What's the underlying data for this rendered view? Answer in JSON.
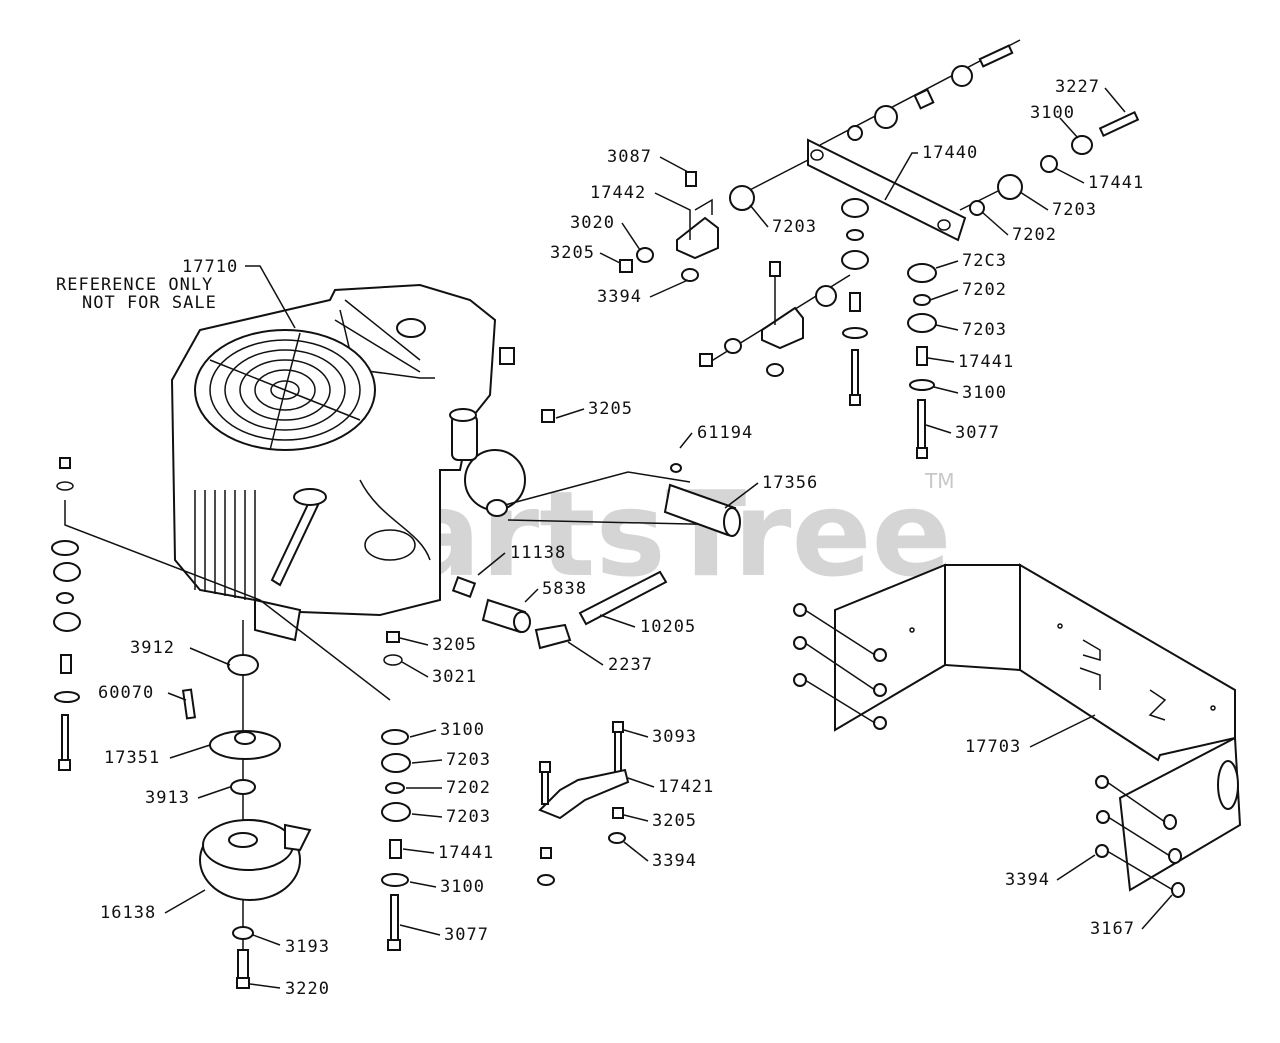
{
  "watermark": {
    "text": "PartsTree",
    "tm": "TM"
  },
  "reference_note": [
    "REFERENCE ONLY",
    "NOT FOR SALE"
  ],
  "labels": {
    "l17710": "17710",
    "l3205a": "3205",
    "l3912": "3912",
    "l60070": "60070",
    "l17351": "17351",
    "l3913": "3913",
    "l16138": "16138",
    "l3193": "3193",
    "l3220": "3220",
    "l3205b": "3205",
    "l3021": "3021",
    "l3100a": "3100",
    "l7203a": "7203",
    "l7202a": "7202",
    "l7203b": "7203",
    "l17441a": "17441",
    "l3100b": "3100",
    "l3077a": "3077",
    "l11138": "11138",
    "l5838": "5838",
    "l10205": "10205",
    "l2237": "2237",
    "l61194": "61194",
    "l17356": "17356",
    "l3093": "3093",
    "l17421": "17421",
    "l3205c": "3205",
    "l3394a": "3394",
    "l3087": "3087",
    "l17442": "17442",
    "l3020": "3020",
    "l3205d": "3205",
    "l3394b": "3394",
    "l7203c": "7203",
    "l17440": "17440",
    "l3227": "3227",
    "l3100c": "3100",
    "l17441b": "17441",
    "l7203d": "7203",
    "l7202b": "7202",
    "l72c3": "72C3",
    "l7202c": "7202",
    "l7203e": "7203",
    "l17441c": "17441",
    "l3100d": "3100",
    "l3077b": "3077",
    "l17703": "17703",
    "l3394c": "3394",
    "l3167": "3167"
  }
}
